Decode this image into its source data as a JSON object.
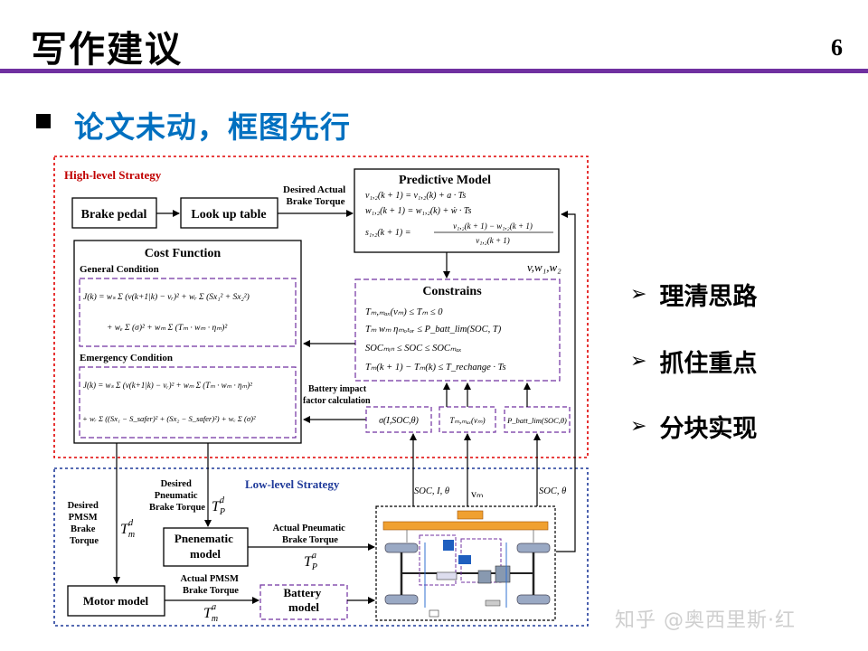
{
  "slide": {
    "title": "写作建议",
    "page_number": "6",
    "subheading": "论文未动，框图先行",
    "points": [
      "理清思路",
      "抓住重点",
      "分块实现"
    ],
    "watermark": "知乎 @奥西里斯·红",
    "colors": {
      "rule": "#7030a0",
      "subheading": "#0070c0",
      "high_box": "#e00000",
      "low_box": "#1f3a9a",
      "dashed": "#7030a0"
    }
  },
  "diagram": {
    "high_level_label": "High-level Strategy",
    "low_level_label": "Low-level Strategy",
    "brake_pedal": "Brake pedal",
    "look_up_table": "Look up table",
    "desired_actual_brake_torque": [
      "Desired Actual",
      "Brake Torque"
    ],
    "predictive_model": {
      "title": "Predictive Model",
      "eq1": "v₁,₂(k + 1) = v₁,₂(k) + a · Ts",
      "eq2": "w₁,₂(k + 1) = w₁,₂(k) + ẇ · Ts",
      "eq3_lhs": "s₁,₂(k + 1) =",
      "eq3_num": "v₁,₂(k + 1) − w₁,₂(k + 1)",
      "eq3_den": "v₁,₂(k + 1)"
    },
    "state_label": "v,w₁,w₂",
    "cost_function": {
      "title": "Cost Function",
      "general": "General Condition",
      "general_eq1": "J(k) = wₛ Σ (v(k+1|k) − vᵣ)² + wᵣ Σ (Sx₁² + Sx₂²)",
      "general_eq2": "+ wₑ Σ (σ)² + wₘ Σ (Tₘ · wₘ · ηₘ)²",
      "emergency": "Emergency Condition",
      "emergency_eq1": "J(k) = wₛ Σ (v(k+1|k) − vᵣ)² + wₘ Σ (Tₘ · wₘ · ηₘ)²",
      "emergency_eq2": "+ wᵣ Σ ((Sx₁ − S_safer)² + (Sx₂ − S_safer)²) + wₑ Σ (σ)²"
    },
    "constrains": {
      "title": "Constrains",
      "c1": "Tₘ,ₘₐₓ(vₘ) ≤ Tₘ ≤ 0",
      "c2": "Tₘ wₘ ηₘₒₜₒᵣ ≤ P_batt_lim(SOC, T)",
      "c3": "SOCₘᵢₙ ≤ SOC ≤ SOCₘₐₓ",
      "c4": "Tₘ(k + 1) − Tₘ(k) ≤ T_rechange · Ts"
    },
    "battery_impact": [
      "Battery impact",
      "factor calculation"
    ],
    "sigma_box": "σ(I,SOC,θ)",
    "tm_max_box": "Tₘ,ₘₐₓ(vₘ)",
    "p_batt_box": "P_batt_lim(SOC,θ)",
    "soc_i_theta": "SOC, I, θ",
    "vm": "vₘ",
    "soc_theta": "SOC, θ",
    "desired_pneumatic": [
      "Desired",
      "Pneumatic",
      "Brake Torque"
    ],
    "tp_d": "T",
    "tp_d_sub": "P",
    "tp_d_sup": "d",
    "desired_pmsm": [
      "Desired",
      "PMSM",
      "Brake",
      "Torque"
    ],
    "tm_d": "T",
    "tm_d_sub": "m",
    "tm_d_sup": "d",
    "pneumatic_model": [
      "Pnenematic",
      "model"
    ],
    "actual_pneumatic": [
      "Actual Pneumatic",
      "Brake Torque"
    ],
    "tp_a": "T",
    "tp_a_sub": "P",
    "tp_a_sup": "a",
    "actual_pmsm": [
      "Actual PMSM",
      "Brake Torque"
    ],
    "tm_a": "T",
    "tm_a_sub": "m",
    "tm_a_sup": "a",
    "motor_model": "Motor model",
    "battery_model": [
      "Battery",
      "model"
    ]
  }
}
